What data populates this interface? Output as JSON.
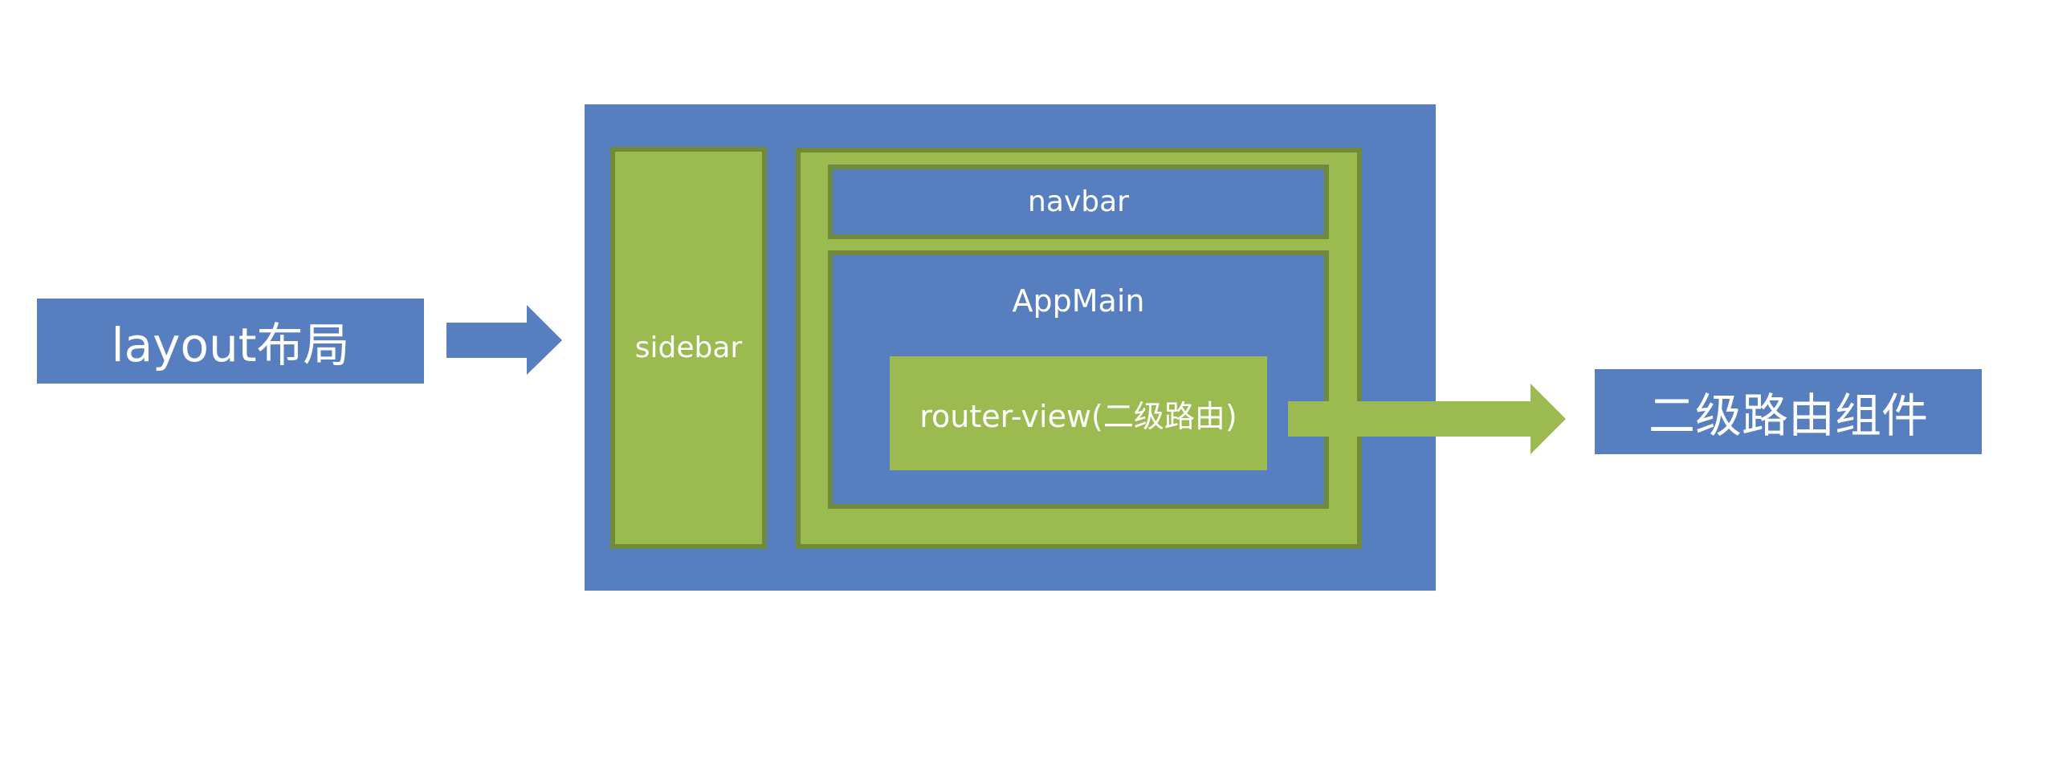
{
  "diagram": {
    "title": "Vue layout structure",
    "colors": {
      "container_blue": "#577fbf",
      "component_green": "#9bbb51",
      "border_green": "#71893a",
      "text": "#ffffff"
    },
    "nodes": {
      "layout": {
        "label": "layout布局"
      },
      "sidebar": {
        "label": "sidebar"
      },
      "navbar": {
        "label": "navbar"
      },
      "app_main": {
        "label": "AppMain"
      },
      "router_view": {
        "label": "router-view(二级路由)"
      },
      "child_component": {
        "label": "二级路由组件"
      }
    },
    "edges": [
      {
        "from": "layout",
        "to": "layout-container",
        "icon": "arrow-right-icon",
        "color": "#577fbf"
      },
      {
        "from": "router_view",
        "to": "child_component",
        "icon": "arrow-right-icon",
        "color": "#9bbb51"
      }
    ]
  }
}
